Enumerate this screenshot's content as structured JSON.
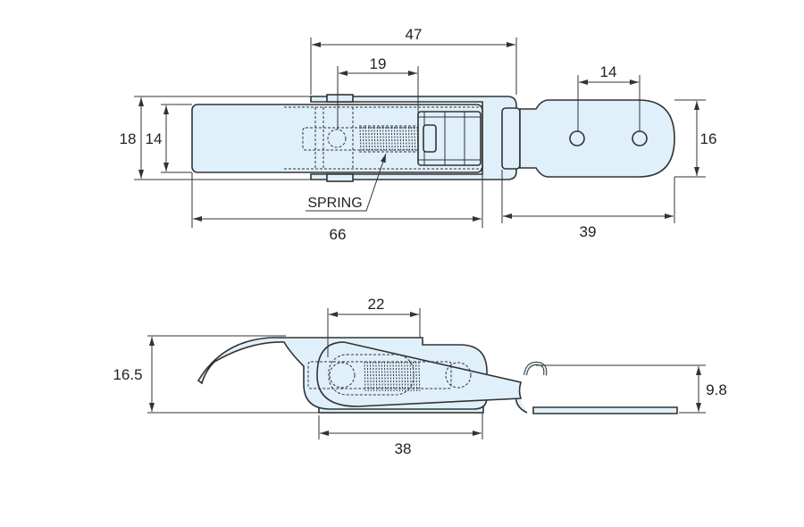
{
  "top_view": {
    "dim_overall_frame": "47",
    "dim_pivot_to_spring": "19",
    "dim_hole_spacing": "14",
    "dim_outer_width": "18",
    "dim_inner_width": "14",
    "dim_plate_width": "16",
    "dim_body_length": "66",
    "dim_plate_length": "39",
    "spring_label": "SPRING"
  },
  "side_view": {
    "dim_spring_housing": "22",
    "dim_height": "16.5",
    "dim_plate_height": "9.8",
    "dim_base_length": "38"
  }
}
